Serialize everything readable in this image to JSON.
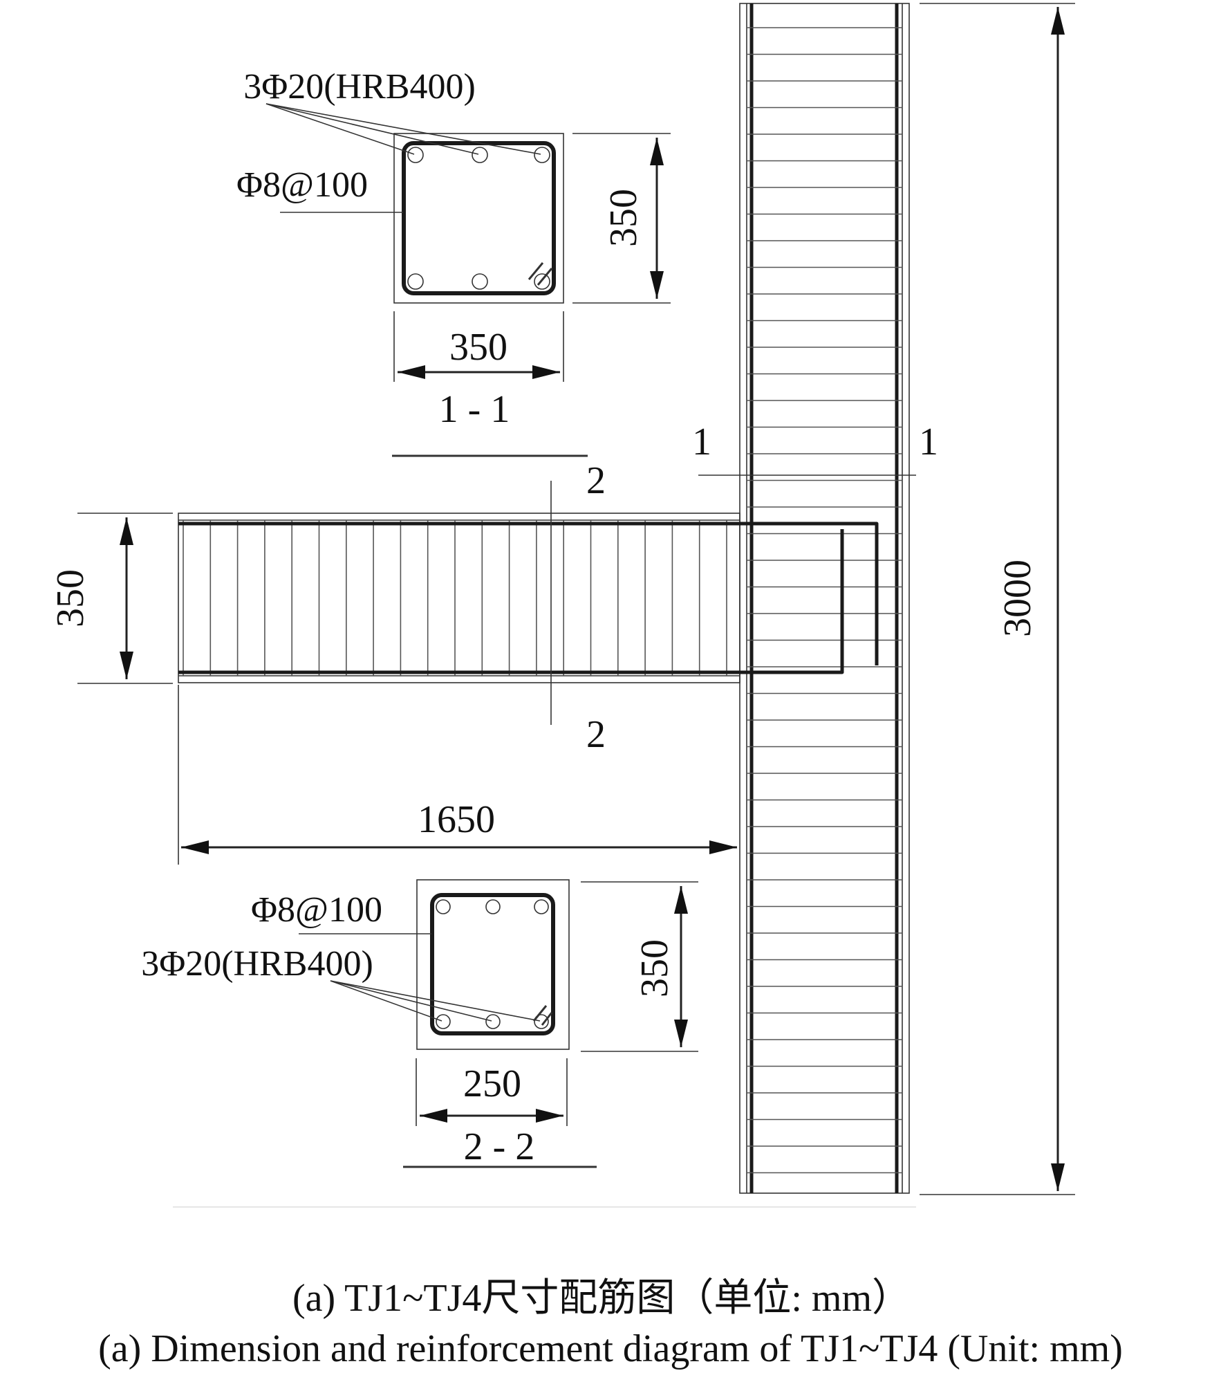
{
  "section_1_1": {
    "rebar_label": "3Φ20(HRB400)",
    "stirrup_label": "Φ8@100",
    "height_dim": "350",
    "width_dim": "350",
    "title": "1 - 1"
  },
  "section_2_2": {
    "stirrup_label": "Φ8@100",
    "rebar_label": "3Φ20(HRB400)",
    "height_dim": "350",
    "width_dim": "250",
    "title": "2 - 2"
  },
  "elevation": {
    "cut_1_left": "1",
    "cut_1_right": "1",
    "cut_2_top": "2",
    "cut_2_bottom": "2",
    "beam_depth_dim": "350",
    "beam_length_dim": "1650",
    "column_height_dim": "3000"
  },
  "caption": {
    "line_cn": "(a)  TJ1~TJ4尺寸配筋图（单位: mm）",
    "line_en": "(a)  Dimension and reinforcement diagram of TJ1~TJ4 (Unit: mm)"
  }
}
